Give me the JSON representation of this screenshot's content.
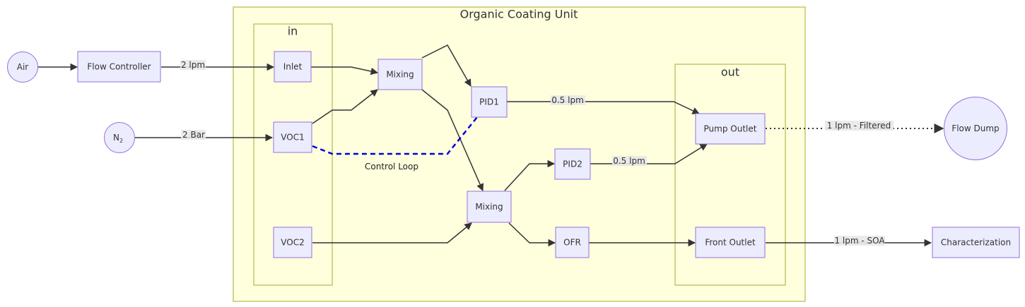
{
  "clusters": {
    "main": "Organic Coating Unit",
    "inlet": "in",
    "outlet": "out"
  },
  "nodes": {
    "air": "Air",
    "flow_controller": "Flow Controller",
    "n2_base": "N",
    "n2_sub": "2",
    "inlet": "Inlet",
    "voc1": "VOC1",
    "voc2": "VOC2",
    "mixing1": "Mixing",
    "mixing2": "Mixing",
    "pid1": "PID1",
    "pid2": "PID2",
    "ofr": "OFR",
    "pump_outlet": "Pump Outlet",
    "front_outlet": "Front Outlet",
    "flow_dump": "Flow Dump",
    "characterization": "Characterization"
  },
  "edge_labels": {
    "fc_to_inlet": "2 lpm",
    "n2_to_voc1": "2 Bar",
    "pid1_to_pump": "0.5 lpm",
    "pid2_to_pump": "0.5 lpm",
    "pump_to_dump": "1 lpm - Filtered",
    "front_to_char": "1 lpm - SOA",
    "control_loop": "Control Loop"
  },
  "colors": {
    "cluster_fill": "#ffffde",
    "cluster_stroke": "#aaaa33",
    "node_fill": "#ececff",
    "node_stroke": "#9370db",
    "edge": "#333333",
    "control_loop": "#0000dd"
  }
}
